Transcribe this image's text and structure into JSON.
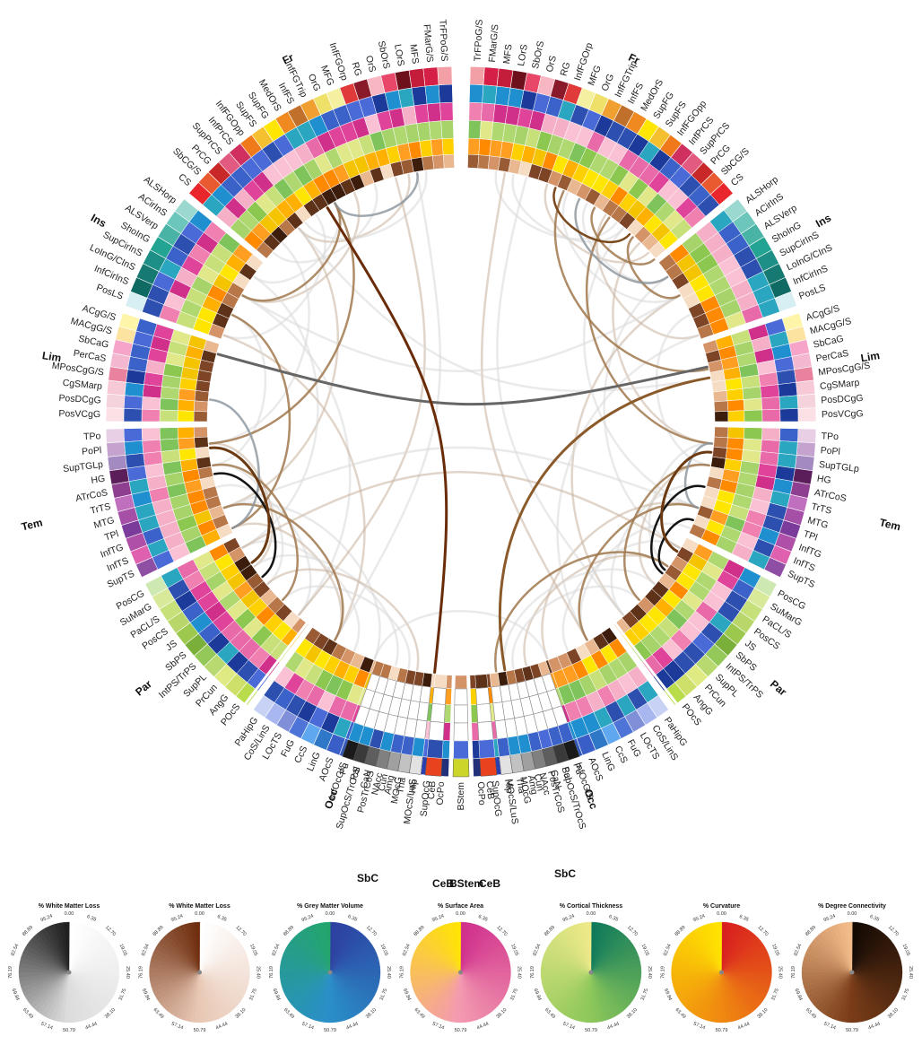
{
  "diagram": {
    "lobes": [
      {
        "id": "fr",
        "label": "Fr"
      },
      {
        "id": "ins",
        "label": "Ins"
      },
      {
        "id": "lim",
        "label": "Lim"
      },
      {
        "id": "tem",
        "label": "Tem"
      },
      {
        "id": "par",
        "label": "Par"
      },
      {
        "id": "occ",
        "label": "Occ"
      }
    ],
    "left_regions": {
      "fr": [
        "TrFPoG/S",
        "FMarG/S",
        "MFS",
        "LOrS",
        "SbOrS",
        "OrS",
        "RG",
        "InfFGOrp",
        "MFG",
        "OrG",
        "InfFGTrip",
        "InfFS",
        "MedOrS",
        "SupFG",
        "SupFS",
        "InfFGOpp",
        "InfPrCS",
        "SupPrCS",
        "PrCG",
        "SbCG/S",
        "CS"
      ],
      "ins": [
        "ALSHorp",
        "ACirInS",
        "ALSVerp",
        "ShoInG",
        "SupCirInS",
        "LoInG/CInS",
        "InfCirInS",
        "PosLS"
      ],
      "lim": [
        "ACgG/S",
        "MACgG/S",
        "SbCaG",
        "PerCaS",
        "MPosCgG/S",
        "CgSMarp",
        "PosDCgG",
        "PosVCgG"
      ],
      "tem": [
        "TPo",
        "PoPl",
        "SupTGLp",
        "HG",
        "ATrCoS",
        "TrTS",
        "MTG",
        "TPl",
        "InfTG",
        "InfTS",
        "SupTS"
      ],
      "par": [
        "PosCG",
        "SuMarG",
        "PaCL/S",
        "PosCS",
        "JS",
        "SbPS",
        "IntPS/TrPS",
        "SupPL",
        "PrCun",
        "AngG",
        "POcS"
      ],
      "occ": [
        "PaHipG",
        "CoS/LinS",
        "LOcTS",
        "FuG",
        "CcS",
        "LinG",
        "AOcS",
        "InfOcG/S",
        "SupOcS/TrOcS",
        "PosTrCoS",
        "Cun",
        "MOcG",
        "MOcS/LuS",
        "SupOcG",
        "OcPo"
      ]
    },
    "subcortical": {
      "left": [
        "Pu",
        "Pal",
        "CaN",
        "NAcc",
        "Amg",
        "Tha",
        "Hip"
      ],
      "left_cereb": "CeB",
      "brainstem": "BStem",
      "right_cereb": "CeB",
      "right": [
        "Hip",
        "Tha",
        "Amg",
        "NAcc",
        "CaN",
        "Pal",
        "Pu"
      ]
    },
    "group_labels": {
      "sbc_left": "SbC",
      "ceb_left": "CeB",
      "bstem": "BStem",
      "ceb_right": "CeB",
      "sbc_right": "SbC"
    },
    "colors": {
      "fr": [
        "#f2a0a5",
        "#d61f46",
        "#c41d3c",
        "#6e0f1c",
        "#e8476a",
        "#f7b6c1",
        "#8a1a2a",
        "#e03a3a",
        "#f5f0a0",
        "#efe06a",
        "#f0a030",
        "#c0702a",
        "#f08a20",
        "#ffe600",
        "#f5c030",
        "#f07a1a",
        "#d03060",
        "#e35a80",
        "#c82828",
        "#ea5a30",
        "#e8262c"
      ],
      "ins": [
        "#9ad8d0",
        "#6cc6bc",
        "#49b3a6",
        "#23a392",
        "#1e8f86",
        "#177a72",
        "#0f6a64",
        "#d7eef2"
      ],
      "lim": [
        "#fff5a8",
        "#fde3a0",
        "#f6a5c8",
        "#f3b8cf",
        "#e8829e",
        "#f7c9d6",
        "#f5d3dc",
        "#fbe0e6"
      ],
      "tem": [
        "#e8cfe6",
        "#c5a3cf",
        "#a38bc2",
        "#5c1e5b",
        "#8f3f8f",
        "#c06fbf",
        "#a64fa6",
        "#7b3b9b",
        "#b04fa8",
        "#e060b0",
        "#8d4ea3"
      ],
      "par": [
        "#cde8b0",
        "#d8ea9a",
        "#c6e07a",
        "#b8d66a",
        "#9cc84e",
        "#7ab03a",
        "#94c858",
        "#b8d870",
        "#e0ea82",
        "#cfe06a",
        "#b8dc4a"
      ],
      "occ": [
        "#c8d2f5",
        "#a8b7ef",
        "#7f8fd8",
        "#4f74d8",
        "#5fa8f0",
        "#2f78c8",
        "#3a5ec8",
        "#3358b8",
        "#3050a8",
        "#4a6ad0",
        "#2b9ee6",
        "#2a3f98",
        "#1f3090",
        "#2b40b0",
        "#22307a"
      ],
      "sbc_gray": [
        "#1a1a1a",
        "#3a3a3a",
        "#5e5e5e",
        "#808080",
        "#a0a0a0",
        "#c2c2c2",
        "#e2e2e2"
      ],
      "cereb": "#e8431e",
      "bstem": "#ccd62a",
      "browns": [
        "#f6dcc2",
        "#e9b890",
        "#d49468",
        "#b87748",
        "#995b34",
        "#7d4526",
        "#5e3219",
        "#3c1d0c"
      ]
    },
    "keys": [
      {
        "title": "% White Matter Loss",
        "style": "gray"
      },
      {
        "title": "% White Matter Loss",
        "style": "brown"
      },
      {
        "title": "% Grey Matter Volume",
        "style": "blue-green"
      },
      {
        "title": "% Surface Area",
        "style": "magenta-yellow"
      },
      {
        "title": "% Cortical Thickness",
        "style": "green"
      },
      {
        "title": "% Curvature",
        "style": "red-yellow"
      },
      {
        "title": "% Degree Connectivity",
        "style": "dark-brown"
      }
    ],
    "key_ticks": [
      "0.00",
      "6.35",
      "12.70",
      "19.05",
      "25.40",
      "31.75",
      "38.10",
      "44.44",
      "50.79",
      "57.14",
      "63.49",
      "69.84",
      "76.19",
      "82.54",
      "88.89",
      "95.24"
    ]
  }
}
